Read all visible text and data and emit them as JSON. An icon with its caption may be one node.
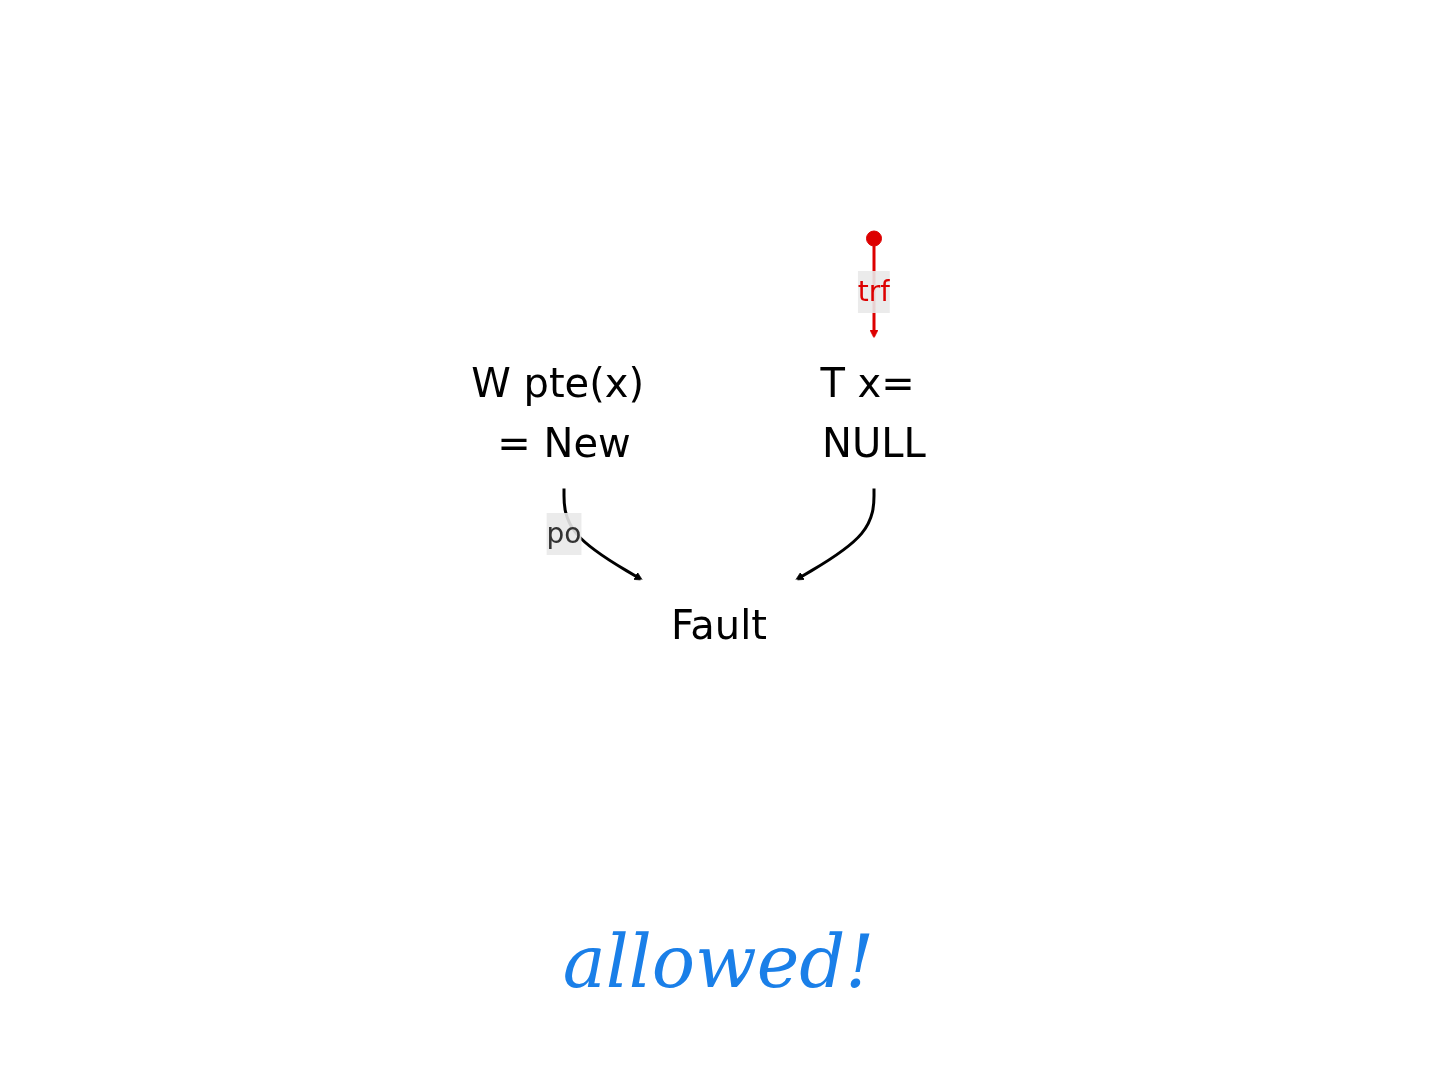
{
  "diagram": {
    "nodes": [
      {
        "text": [
          "W pte(x) = New"
        ]
      },
      {
        "text": [
          "Fault"
        ]
      },
      {
        "text": [
          "T x= NULL"
        ]
      },
      {
        "text": [],
        "shape": "circle"
      }
    ],
    "edges": [
      {
        "from": 0,
        "to": 1,
        "label": "po",
        "arrow": "to"
      },
      {
        "from": 2,
        "to": 1,
        "arrow": "to"
      },
      {
        "from": 3,
        "to": 2,
        "label": "trf",
        "arrow": "to",
        "color": "#dd0000"
      }
    ],
    "labels": [
      "allowed!"
    ]
  }
}
